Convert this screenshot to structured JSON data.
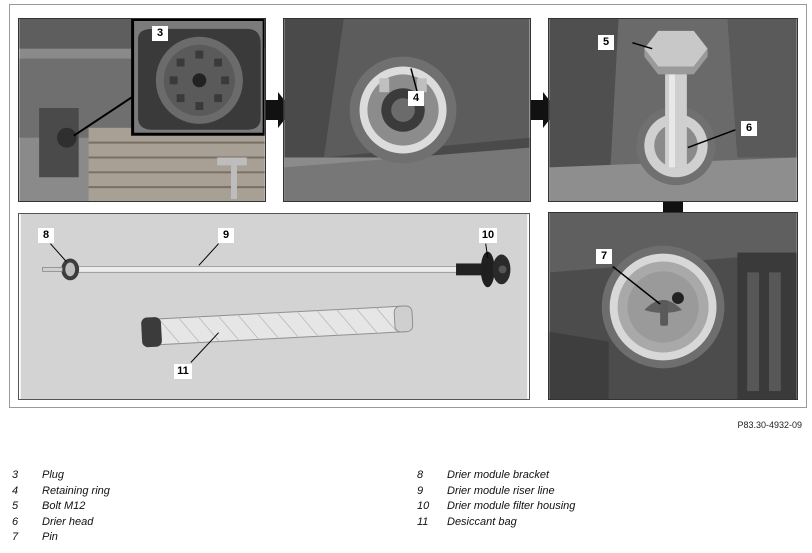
{
  "figure_ref": "P83.30-4932-09",
  "callouts": {
    "c3": "3",
    "c4": "4",
    "c5": "5",
    "c6": "6",
    "c7": "7",
    "c8": "8",
    "c9": "9",
    "c10": "10",
    "c11": "11"
  },
  "legend": {
    "left": [
      {
        "num": "3",
        "text": "Plug"
      },
      {
        "num": "4",
        "text": "Retaining ring"
      },
      {
        "num": "5",
        "text": "Bolt M12"
      },
      {
        "num": "6",
        "text": "Drier head"
      },
      {
        "num": "7",
        "text": "Pin"
      }
    ],
    "right": [
      {
        "num": "8",
        "text": "Drier module bracket"
      },
      {
        "num": "9",
        "text": "Drier module riser line"
      },
      {
        "num": "10",
        "text": "Drier module filter housing"
      },
      {
        "num": "11",
        "text": "Desiccant bag"
      }
    ]
  }
}
